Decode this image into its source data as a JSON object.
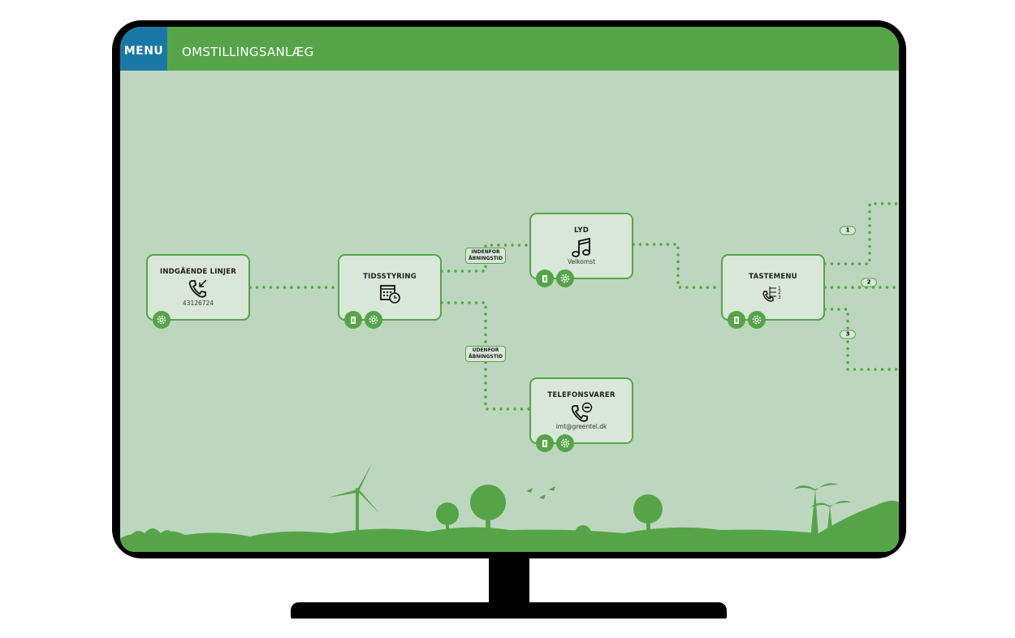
{
  "header": {
    "menu_label": "MENU",
    "title": "OMSTILLINGSANLÆG"
  },
  "colors": {
    "brand_green": "#55a548",
    "menu_blue": "#1a78a6",
    "canvas": "#bdd7bf",
    "node_bg": "#d8e7d8"
  },
  "nodes": [
    {
      "title": "INDGÅENDE LINJER",
      "subtitle": "43126724",
      "icon": "incoming-call-icon"
    },
    {
      "title": "TIDSSTYRING",
      "subtitle": "",
      "icon": "calendar-clock-icon"
    },
    {
      "title": "LYD",
      "subtitle": "Velkomst",
      "icon": "music-note-icon"
    },
    {
      "title": "TELEFONSVARER",
      "subtitle": "imt@greentel.dk",
      "icon": "voicemail-icon"
    },
    {
      "title": "TASTEMENU",
      "subtitle": "",
      "icon": "phone-menu-icon"
    }
  ],
  "edge_labels": {
    "inside_1": "INDENFOR",
    "inside_2": "ÅBNINGSTID",
    "outside_1": "UDENFOR",
    "outside_2": "ÅBNINGSTID"
  },
  "menu_options": [
    "1",
    "2",
    "3"
  ]
}
